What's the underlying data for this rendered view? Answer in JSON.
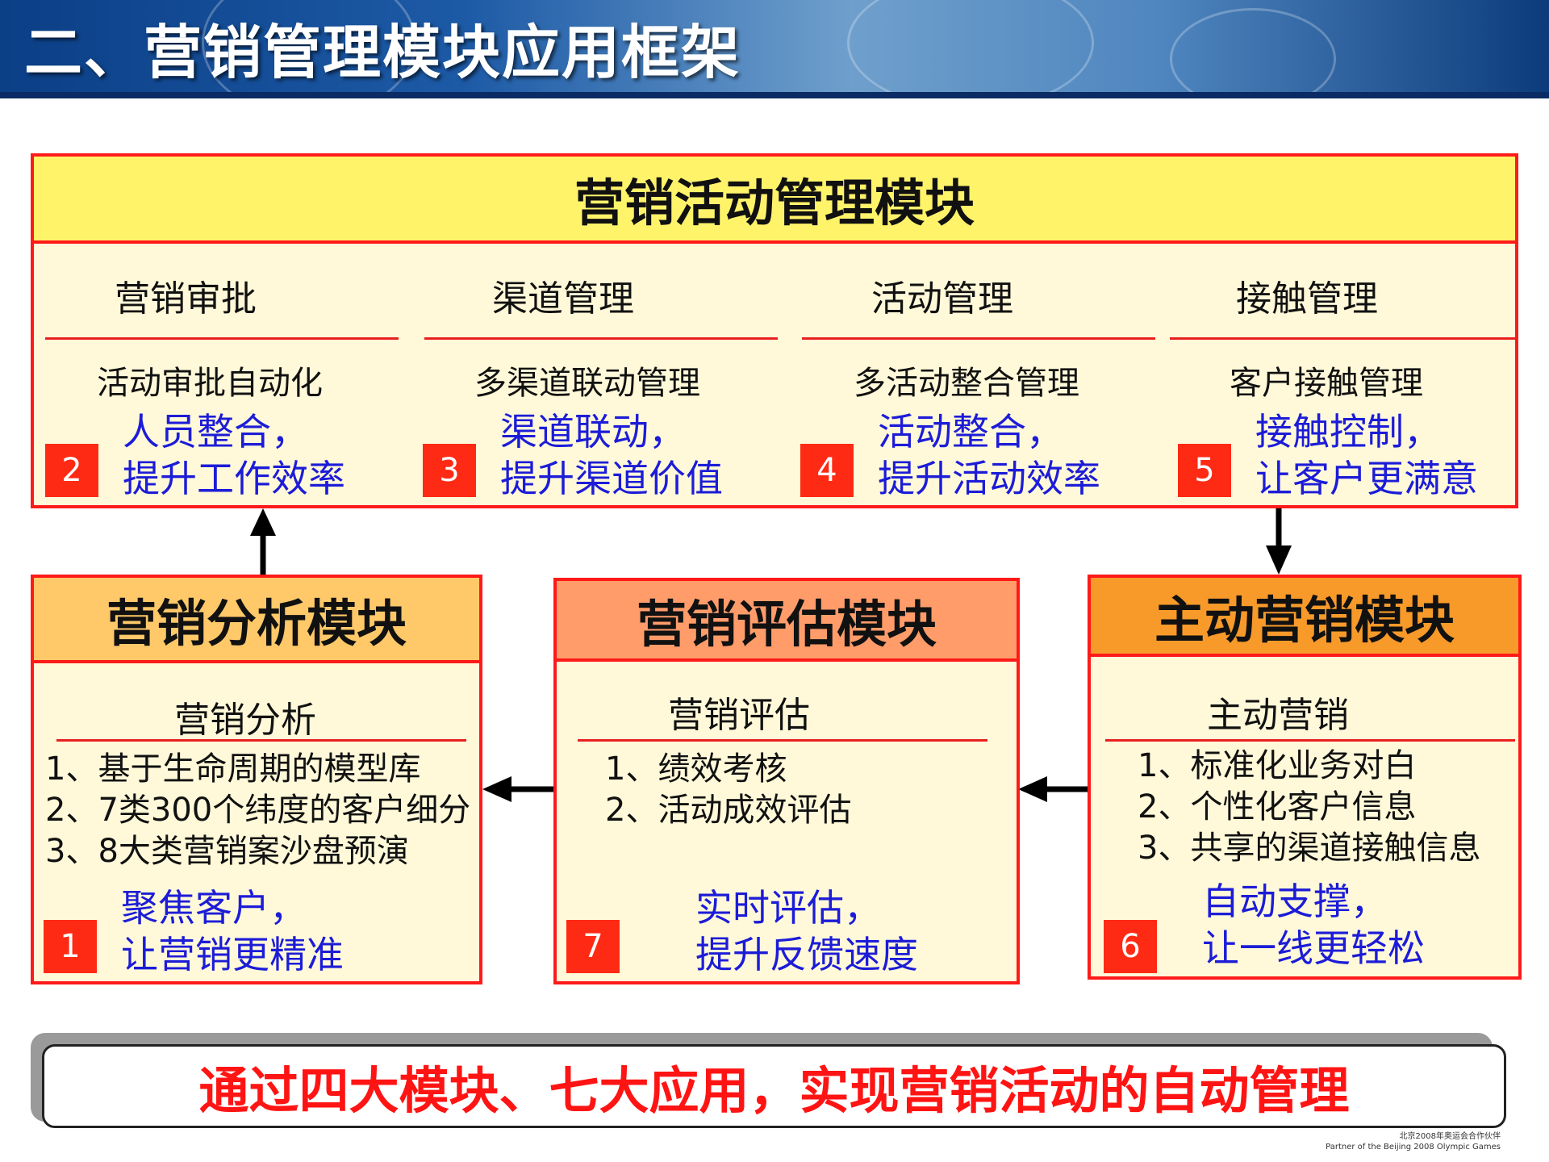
{
  "header": {
    "title": "二、营销管理模块应用框架"
  },
  "top_module": {
    "title": "营销活动管理模块",
    "columns": [
      {
        "name": "营销审批",
        "sub": "活动审批自动化",
        "benefit1": "人员整合，",
        "benefit2": "提升工作效率",
        "num": "2"
      },
      {
        "name": "渠道管理",
        "sub": "多渠道联动管理",
        "benefit1": "渠道联动，",
        "benefit2": "提升渠道价值",
        "num": "3"
      },
      {
        "name": "活动管理",
        "sub": "多活动整合管理",
        "benefit1": "活动整合，",
        "benefit2": "提升活动效率",
        "num": "4"
      },
      {
        "name": "接触管理",
        "sub": "客户接触管理",
        "benefit1": "接触控制，",
        "benefit2": "让客户更满意",
        "num": "5"
      }
    ]
  },
  "analysis": {
    "title": "营销分析模块",
    "sub": "营销分析",
    "items": [
      "1、基于生命周期的模型库",
      "2、7类300个纬度的客户细分",
      "3、8大类营销案沙盘预演"
    ],
    "benefit1": "聚焦客户，",
    "benefit2": "让营销更精准",
    "num": "1"
  },
  "evaluation": {
    "title": "营销评估模块",
    "sub": "营销评估",
    "items": [
      "1、绩效考核",
      "2、活动成效评估"
    ],
    "benefit1": "实时评估，",
    "benefit2": "提升反馈速度",
    "num": "7"
  },
  "active": {
    "title": "主动营销模块",
    "sub": "主动营销",
    "items": [
      "1、标准化业务对白",
      "2、个性化客户信息",
      "3、共享的渠道接触信息"
    ],
    "benefit1": "自动支撑，",
    "benefit2": "让一线更轻松",
    "num": "6"
  },
  "summary": "通过四大模块、七大应用，实现营销活动的自动管理",
  "footer": {
    "line1": "北京2008年奥运会合作伙伴",
    "line2": "Partner of the Beijing 2008 Olympic Games"
  },
  "colors": {
    "border": "#ff1a1a",
    "top_head": "#fff36a",
    "analysis_head": "#ffc869",
    "evaluation_head": "#ff9c6a",
    "active_head": "#f79a2a",
    "box_fill": "#fff9d9",
    "benefit_text": "#1c1cd8"
  }
}
